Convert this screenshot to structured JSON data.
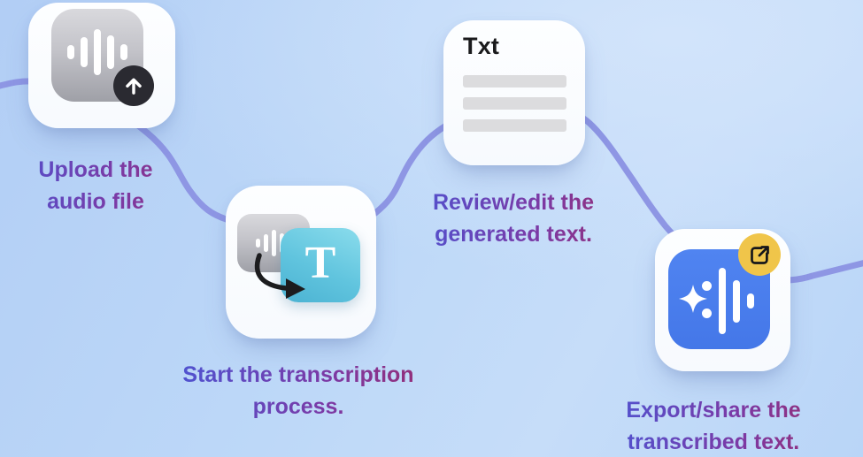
{
  "illustration": {
    "connector": "wavy-flow-line",
    "colors": {
      "background": "#bdd8f8",
      "connector_line": "#8e96e4",
      "card": "#fdfeff",
      "label_gradient_start": "#4b55d4",
      "label_gradient_end": "#962e74",
      "gray_tile_top": "#d9d9dd",
      "gray_tile_bottom": "#9fa0a7",
      "teal_tile": "#60c4de",
      "blue_tile": "#4a7ded",
      "badge_dark": "#2a2a31",
      "badge_yellow": "#f0c54a",
      "doc_title_text": "#1a1a1c",
      "doc_placeholder_line": "#dcdcde"
    }
  },
  "steps": [
    {
      "id": "upload-audio",
      "icons": [
        "audio-waveform-icon",
        "upload-arrow-badge"
      ],
      "label_lines": [
        "Upload the",
        "audio file"
      ]
    },
    {
      "id": "start-transcription",
      "icons": [
        "audio-waveform-mini-icon",
        "curved-arrow-icon",
        "letter-t-tile"
      ],
      "tile_letter": "T",
      "label_lines": [
        "Start the transcription",
        "process."
      ]
    },
    {
      "id": "review-text",
      "icons": [
        "text-document-card"
      ],
      "document_title": "Txt",
      "label_lines": [
        "Review/edit the",
        "generated text."
      ]
    },
    {
      "id": "export-share",
      "icons": [
        "sparkle-waveform-icon",
        "external-link-badge"
      ],
      "label_lines": [
        "Export/share the",
        "transcribed text."
      ]
    }
  ]
}
